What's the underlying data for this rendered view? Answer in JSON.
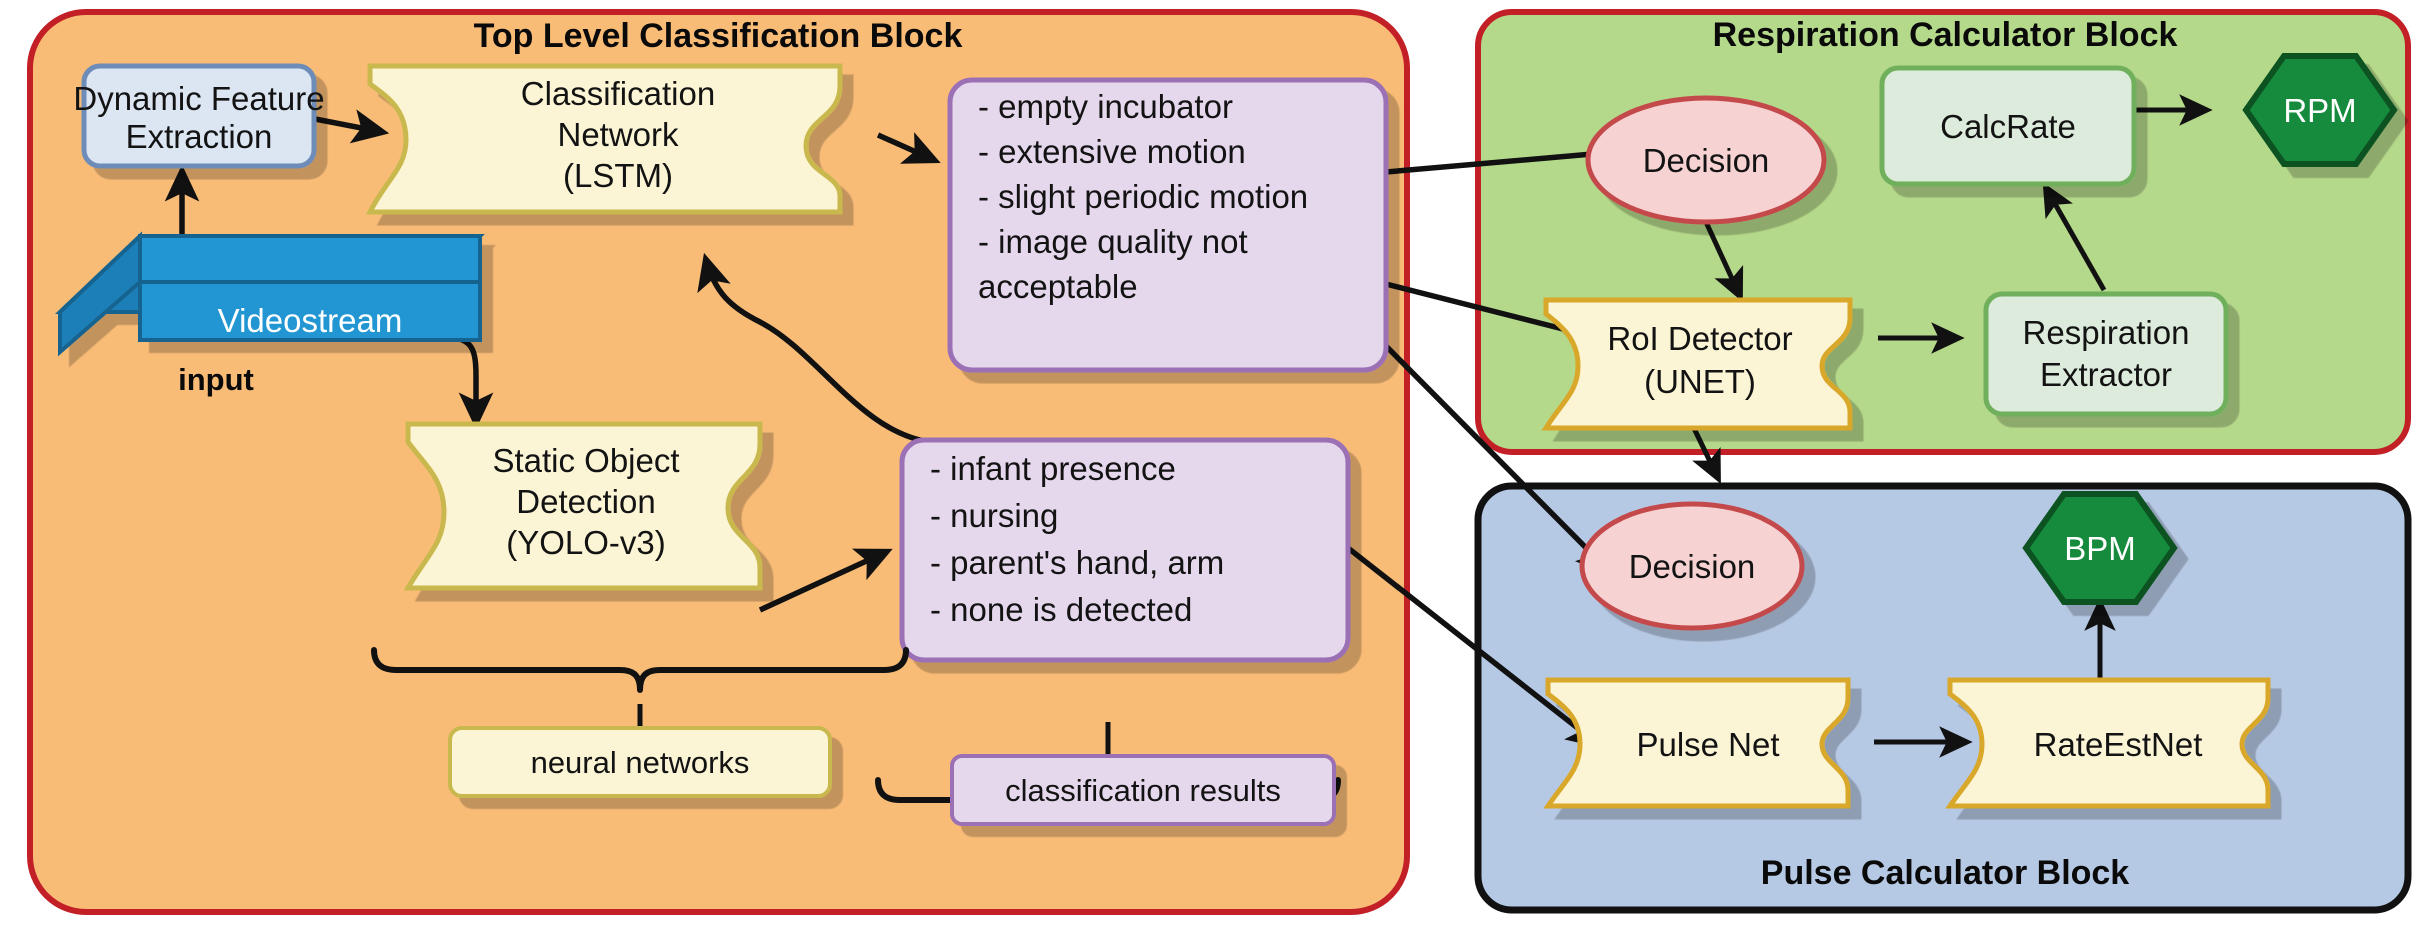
{
  "blocks": {
    "top_level": {
      "title": "Top Level Classification Block",
      "fill": "#F9BC77",
      "stroke": "#C22026"
    },
    "respiration": {
      "title": "Respiration Calculator Block",
      "fill": "#B5D98A",
      "stroke": "#C22026"
    },
    "pulse": {
      "title": "Pulse Calculator Block",
      "fill": "#B6C9E4",
      "stroke": "#111111"
    }
  },
  "nodes": {
    "dynamic_feature_extraction": {
      "lines": [
        "Dynamic Feature",
        "Extraction"
      ],
      "fill": "#DCE6F2",
      "stroke": "#6E8CB8"
    },
    "classification_network": {
      "lines": [
        "Classification",
        "Network",
        "(LSTM)"
      ],
      "fill": "#FBF5D5",
      "stroke": "#C9B84D"
    },
    "videostream": {
      "label": "Videostream",
      "fill": "#2196D3",
      "top_fill": "#1E7FB8",
      "stroke": "#17648F"
    },
    "input_label": "input",
    "static_object_detection": {
      "lines": [
        "Static Object",
        "Detection",
        "(YOLO-v3)"
      ],
      "fill": "#FBF5D5",
      "stroke": "#C9B84D"
    },
    "motion_classes": {
      "lines": [
        "- empty incubator",
        "- extensive motion",
        "- slight periodic motion",
        "- image quality not",
        "  acceptable"
      ],
      "fill": "#E5D7EC",
      "stroke": "#9B6FB5"
    },
    "presence_classes": {
      "lines": [
        "- infant presence",
        "- nursing",
        "- parent's hand, arm",
        "- none is detected"
      ],
      "fill": "#E5D7EC",
      "stroke": "#9B6FB5"
    },
    "neural_networks_label": {
      "label": "neural networks",
      "fill": "#FBF5D5",
      "stroke": "#C9B84D"
    },
    "classification_results_label": {
      "label": "classification results",
      "fill": "#E5D7EC",
      "stroke": "#9B6FB5"
    },
    "resp_decision": {
      "label": "Decision",
      "fill": "#F6D2D2",
      "stroke": "#C4494C"
    },
    "roi_detector": {
      "lines": [
        "RoI Detector",
        "(UNET)"
      ],
      "fill": "#FBF5D5",
      "stroke": "#D9A82A"
    },
    "calc_rate": {
      "label": "CalcRate",
      "fill": "#DCEBDC",
      "stroke": "#6FAF5C"
    },
    "respiration_extractor": {
      "lines": [
        "Respiration",
        "Extractor"
      ],
      "fill": "#DCEBDC",
      "stroke": "#6FAF5C"
    },
    "rpm": {
      "label": "RPM",
      "fill": "#128A3C",
      "stroke": "#0B5223"
    },
    "pulse_decision": {
      "label": "Decision",
      "fill": "#F6D2D2",
      "stroke": "#C4494C"
    },
    "pulse_net": {
      "label": "Pulse Net",
      "fill": "#FBF5D5",
      "stroke": "#D9A82A"
    },
    "rate_est_net": {
      "label": "RateEstNet",
      "fill": "#FBF5D5",
      "stroke": "#D9A82A"
    },
    "bpm": {
      "label": "BPM",
      "fill": "#128A3C",
      "stroke": "#0B5223"
    }
  }
}
